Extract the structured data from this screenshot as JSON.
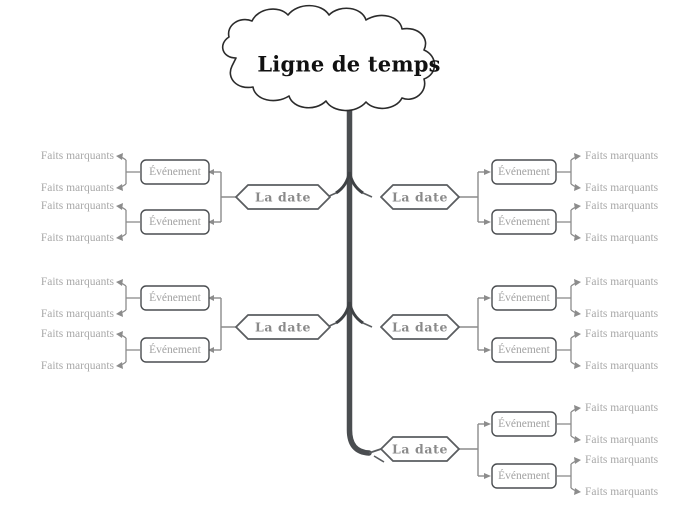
{
  "diagram": {
    "type": "mind-map",
    "language": "fr",
    "root": {
      "label": "Ligne de temps",
      "shape": "cloud"
    },
    "node_labels": {
      "date": "La date",
      "event": "Événement",
      "fact": "Faits marquants"
    },
    "colors": {
      "trunk": "#4a4d50",
      "date_border": "#5a5d60",
      "date_text": "#8a8a8a",
      "event_border": "#4a4d50",
      "event_text": "#a2a2a2",
      "fact_text": "#a8a8a8",
      "connector": "#9a9a9a",
      "cloud_stroke": "#2b2b2b",
      "cloud_fill": "#ffffff",
      "background": "#ffffff",
      "title_text": "#111111"
    },
    "branches": [
      {
        "id": "branch-1-left",
        "side": "left",
        "date": "La date",
        "events": [
          {
            "label": "Événement",
            "facts": [
              "Faits marquants",
              "Faits marquants"
            ]
          },
          {
            "label": "Événement",
            "facts": [
              "Faits marquants",
              "Faits marquants"
            ]
          }
        ]
      },
      {
        "id": "branch-1-right",
        "side": "right",
        "date": "La date",
        "events": [
          {
            "label": "Événement",
            "facts": [
              "Faits marquants",
              "Faits marquants"
            ]
          },
          {
            "label": "Événement",
            "facts": [
              "Faits marquants",
              "Faits marquants"
            ]
          }
        ]
      },
      {
        "id": "branch-2-left",
        "side": "left",
        "date": "La date",
        "events": [
          {
            "label": "Événement",
            "facts": [
              "Faits marquants",
              "Faits marquants"
            ]
          },
          {
            "label": "Événement",
            "facts": [
              "Faits marquants",
              "Faits marquants"
            ]
          }
        ]
      },
      {
        "id": "branch-2-right",
        "side": "right",
        "date": "La date",
        "events": [
          {
            "label": "Événement",
            "facts": [
              "Faits marquants",
              "Faits marquants"
            ]
          },
          {
            "label": "Événement",
            "facts": [
              "Faits marquants",
              "Faits marquants"
            ]
          }
        ]
      },
      {
        "id": "branch-3-right",
        "side": "right",
        "date": "La date",
        "events": [
          {
            "label": "Événement",
            "facts": [
              "Faits marquants",
              "Faits marquants"
            ]
          },
          {
            "label": "Événement",
            "facts": [
              "Faits marquants",
              "Faits marquants"
            ]
          }
        ]
      }
    ]
  }
}
